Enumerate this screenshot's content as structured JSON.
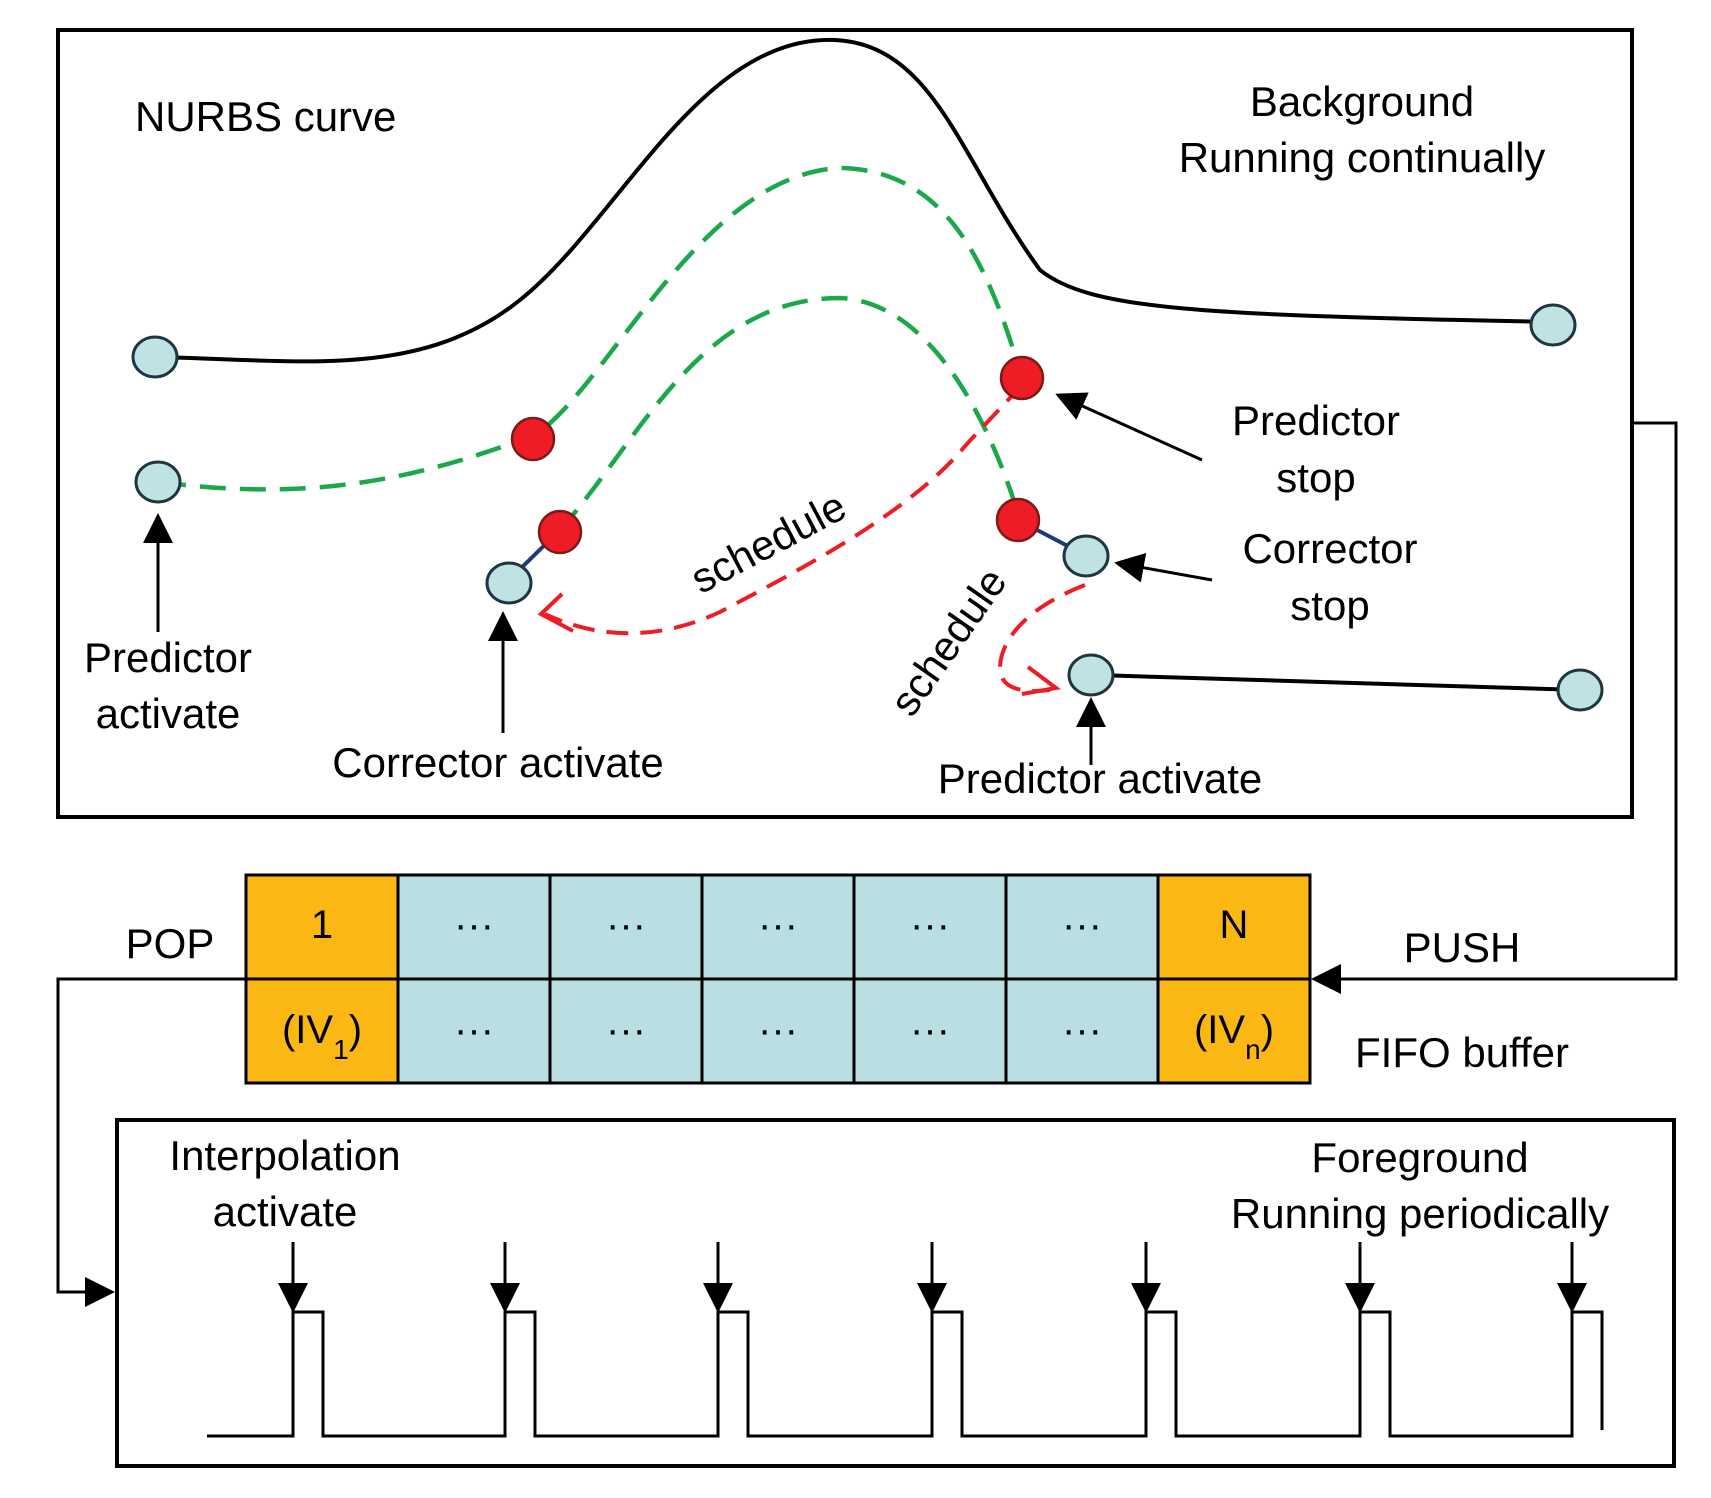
{
  "colors": {
    "node_fill": "#bfe3e5",
    "node_stroke": "#1f3540",
    "red_node_fill": "#ee1c24",
    "green_dash": "#1aa84a",
    "red_dash": "#ee1c24",
    "navy_segment": "#1f3a78",
    "buffer_orange": "#fbb814",
    "buffer_teal": "#b9dfe3",
    "frame": "#000000"
  },
  "background_panel": {
    "curve_label": "NURBS curve",
    "title_line1": "Background",
    "title_line2": "Running continually",
    "predictor_activate_left_line1": "Predictor",
    "predictor_activate_left_line2": "activate",
    "corrector_activate": "Corrector activate",
    "predictor_stop_line1": "Predictor",
    "predictor_stop_line2": "stop",
    "corrector_stop_line1": "Corrector",
    "corrector_stop_line2": "stop",
    "predictor_activate_right": "Predictor activate",
    "schedule_left": "schedule",
    "schedule_right": "schedule"
  },
  "fifo_buffer": {
    "label": "FIFO buffer",
    "pop_label": "POP",
    "push_label": "PUSH",
    "top_row": [
      "1",
      "···",
      "···",
      "···",
      "···",
      "···",
      "N"
    ],
    "bottom_row": [
      "(IV1)",
      "···",
      "···",
      "···",
      "···",
      "···",
      "(IVn)"
    ],
    "first_bottom": {
      "open": "(",
      "base": "IV",
      "sub": "1",
      "close": ")"
    },
    "last_bottom": {
      "open": "(",
      "base": "IV",
      "sub": "n",
      "close": ")"
    }
  },
  "foreground_panel": {
    "interp_line1": "Interpolation",
    "interp_line2": "activate",
    "title_line1": "Foreground",
    "title_line2": "Running periodically"
  }
}
